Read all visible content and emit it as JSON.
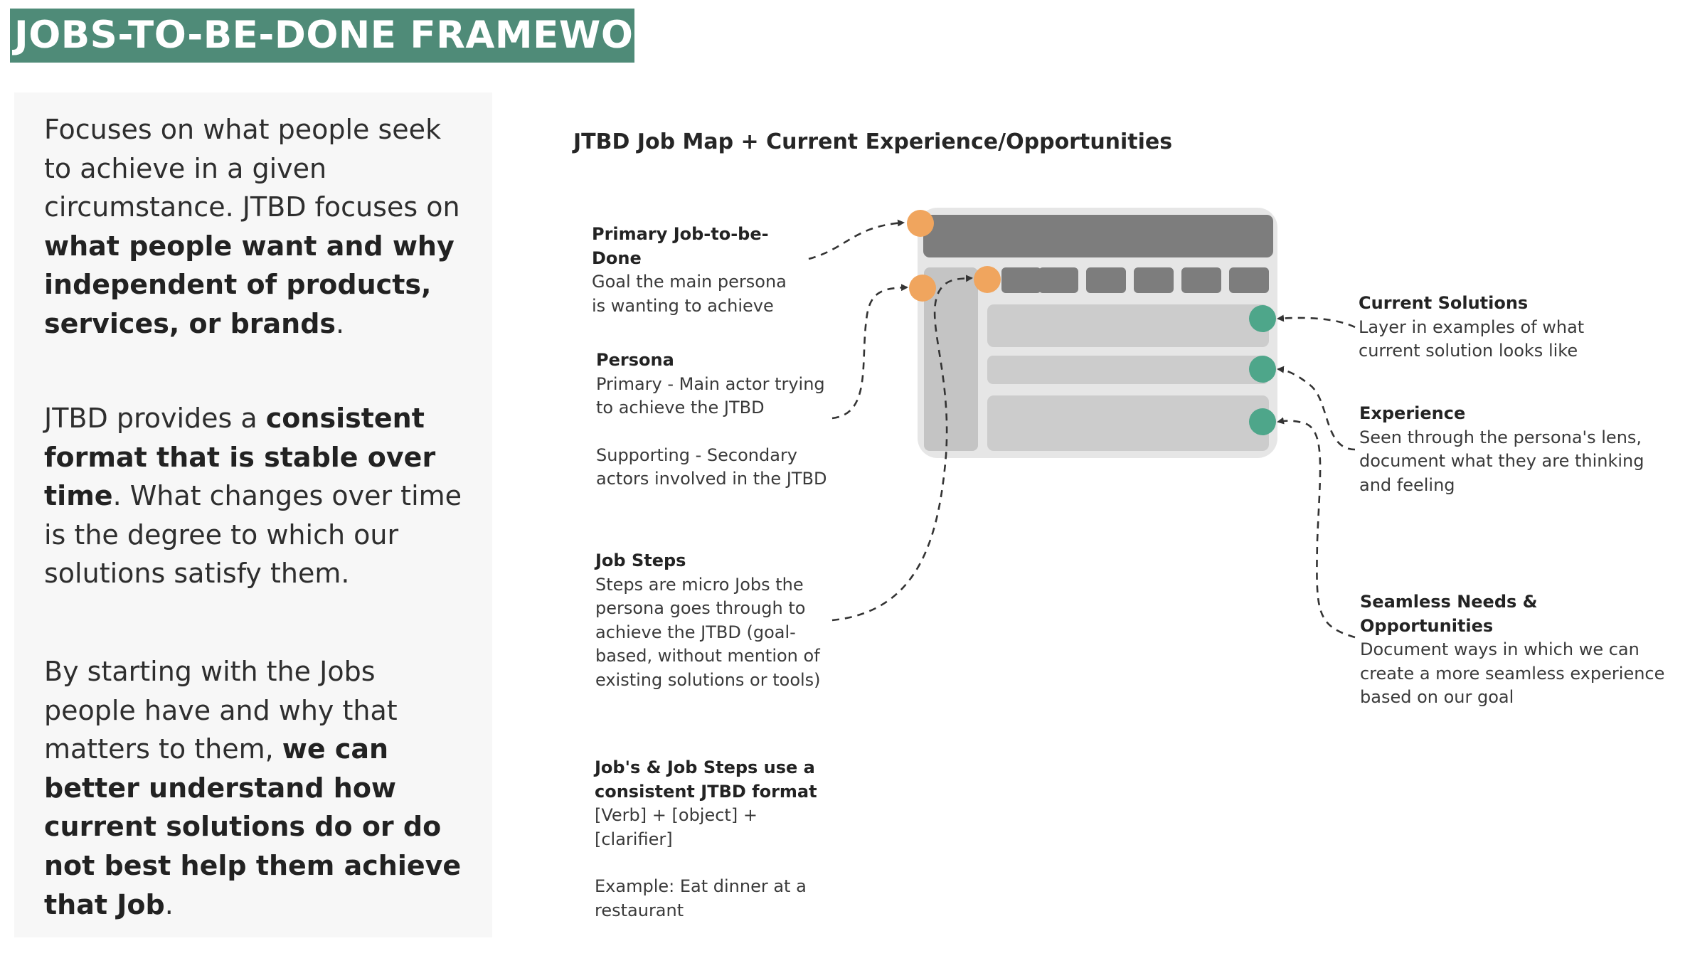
{
  "header": {
    "title": "JOBS-TO-BE-DONE FRAMEWORK"
  },
  "intro": {
    "p1": {
      "a": "Focuses on what people seek to achieve in a given circumstance. JTBD focuses on ",
      "b": "what people want and why independent of products, services, or brands",
      "c": "."
    },
    "p2": {
      "a": "JTBD provides a ",
      "b": "consistent format that is stable over time",
      "c": ". What changes over time is the degree to which our solutions satisfy them."
    },
    "p3": {
      "a": "By starting with the Jobs people have and why that matters to them, ",
      "b": "we can better understand how current solutions do or do not best help them achieve that Job",
      "c": "."
    }
  },
  "diagram": {
    "heading": "JTBD Job Map + Current Experience/Opportunities",
    "colors": {
      "orange": "#f0a55e",
      "teal": "#4ea68a",
      "frame": "#e6e6e6",
      "bar_dark": "#7d7d7d",
      "block_light": "#cccccc",
      "sidebar": "#c4c4c4",
      "connector": "#333333"
    },
    "annotations": {
      "primary_job": {
        "title": "Primary Job-to-be-Done",
        "desc": "Goal the main persona is wanting to achieve"
      },
      "persona": {
        "title": "Persona",
        "desc1": "Primary - Main actor trying to achieve the JTBD",
        "desc2": "Supporting - Secondary actors involved in the JTBD"
      },
      "job_steps": {
        "title": "Job Steps",
        "desc": "Steps are micro Jobs the persona goes through to achieve the JTBD (goal-based, without mention of existing solutions or tools)"
      },
      "format": {
        "title": "Job's & Job Steps use a consistent JTBD format",
        "desc1": "[Verb] + [object] + [clarifier]",
        "desc2": "Example: Eat dinner at a restaurant"
      },
      "current_solutions": {
        "title": "Current Solutions",
        "desc": "Layer in examples of what current solution looks like"
      },
      "experience": {
        "title": "Experience",
        "desc": "Seen through the persona's lens, document what they are thinking and feeling"
      },
      "seamless": {
        "title": "Seamless Needs & Opportunities",
        "desc": "Document ways in which we can create a more seamless experience based on our goal"
      }
    }
  }
}
